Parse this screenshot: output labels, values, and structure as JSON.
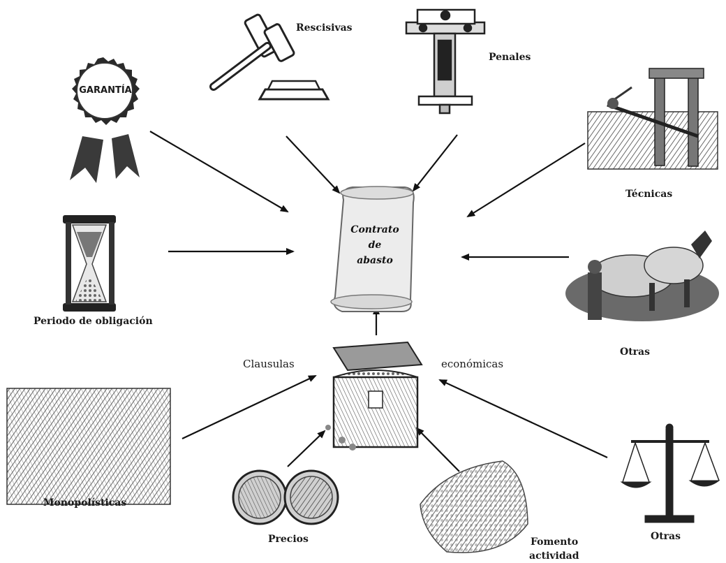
{
  "center": {
    "lines": [
      "Contrato",
      "de",
      "abasto"
    ]
  },
  "badge": {
    "text": "GARANTÍA"
  },
  "labels": {
    "rescisivas": "Rescisivas",
    "penales": "Penales",
    "tecnicas": "Técnicas",
    "otras_top": "Otras",
    "periodo": "Periodo de obligación",
    "clausulas": "Clausulas",
    "economicas": "económicas",
    "monopolisticas": "Monopolísticas",
    "precios": "Precios",
    "fomento_1": "Fomento",
    "fomento_2": "actividad",
    "otras_bottom": "Otras"
  }
}
